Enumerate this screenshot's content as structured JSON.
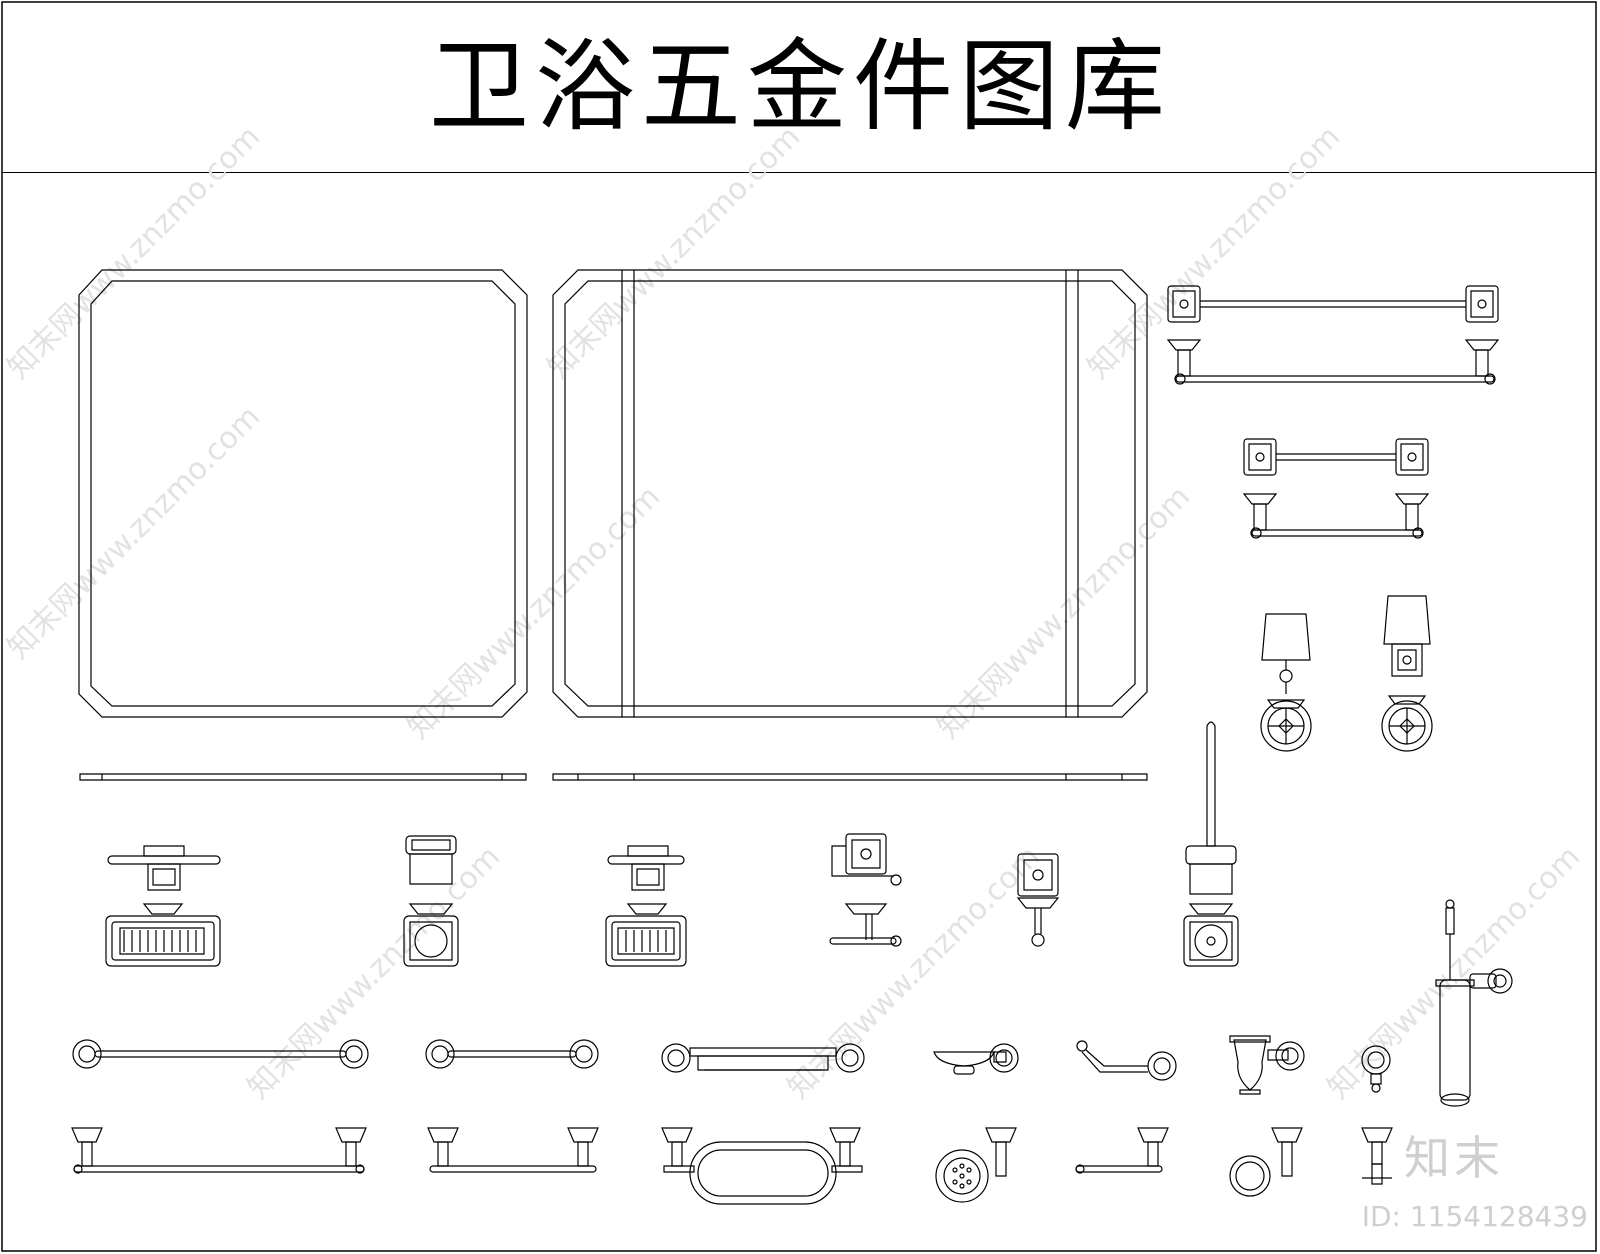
{
  "title": "卫浴五金件图库",
  "watermark": {
    "brand": "知末",
    "id_text": "ID: 1154128439",
    "site_text": "知末网www.znzmo.com",
    "color": "#d9d9d9"
  },
  "colors": {
    "line": "#000000",
    "background": "#ffffff",
    "watermark": "#d9d9d9"
  },
  "icons": [
    "mirror-octagonal-square",
    "mirror-octagonal-wide",
    "mirror-side-profile",
    "towel-bar-double",
    "towel-bar-single",
    "wall-lamp",
    "soap-dish",
    "tumbler-holder",
    "paper-holder",
    "robe-hook",
    "toilet-brush",
    "towel-rail",
    "glass-shelf",
    "towel-ring",
    "cup-holder"
  ]
}
